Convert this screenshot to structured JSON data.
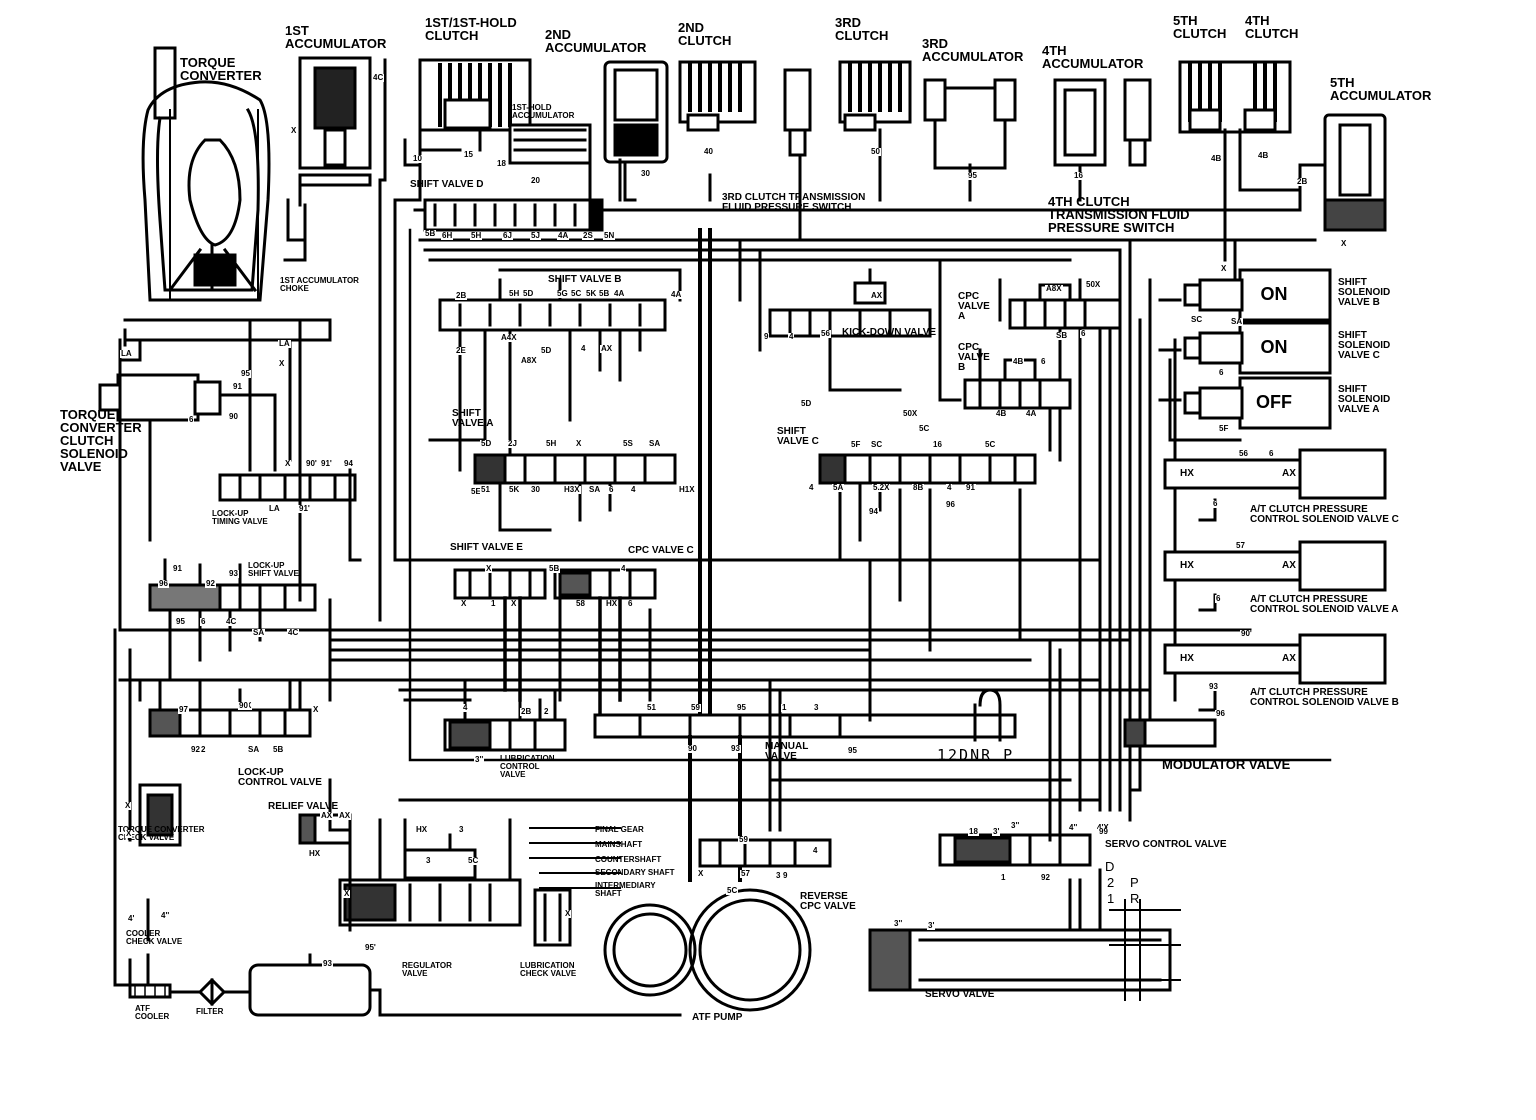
{
  "components": {
    "torque_converter": "TORQUE\nCONVERTER",
    "first_accumulator": "1ST\nACCUMULATOR",
    "first_hold_clutch": "1ST/1ST-HOLD\nCLUTCH",
    "second_accumulator": "2ND\nACCUMULATOR",
    "second_clutch": "2ND\nCLUTCH",
    "third_clutch": "3RD\nCLUTCH",
    "third_accumulator": "3RD\nACCUMULATOR",
    "fourth_accumulator": "4TH\nACCUMULATOR",
    "fifth_clutch": "5TH\nCLUTCH",
    "fourth_clutch": "4TH\nCLUTCH",
    "fifth_accumulator": "5TH\nACCUMULATOR",
    "first_hold_accumulator": "1ST-HOLD\nACCUMULATOR",
    "shift_valve_d": "SHIFT VALVE D",
    "third_clutch_switch": "3RD CLUTCH TRANSMISSION\nFLUID PRESSURE SWITCH",
    "fourth_clutch_switch": "4TH CLUTCH\nTRANSMISSION FLUID\nPRESSURE SWITCH",
    "first_accumulator_choke": "1ST ACCUMULATOR\nCHOKE",
    "shift_valve_b": "SHIFT VALVE B",
    "kick_down_valve": "KICK-DOWN VALVE",
    "cpc_valve_a": "CPC\nVALVE\nA",
    "cpc_valve_b": "CPC\nVALVE\nB",
    "shift_solenoid_b": "SHIFT\nSOLENOID\nVALVE B",
    "shift_solenoid_c": "SHIFT\nSOLENOID\nVALVE C",
    "shift_solenoid_a": "SHIFT\nSOLENOID\nVALVE A",
    "tcc_solenoid": "TORQUE\nCONVERTER\nCLUTCH\nSOLENOID\nVALVE",
    "shift_valve_a": "SHIFT\nVALVE A",
    "shift_valve_c": "SHIFT\nVALVE C",
    "lockup_timing_valve": "LOCK-UP\nTIMING VALVE",
    "lockup_shift_valve": "LOCK-UP\nSHIFT VALVE",
    "shift_valve_e": "SHIFT VALVE E",
    "cpc_valve_c": "CPC VALVE C",
    "at_clutch_c": "A/T CLUTCH PRESSURE\nCONTROL SOLENOID VALVE C",
    "at_clutch_a": "A/T CLUTCH PRESSURE\nCONTROL SOLENOID VALVE A",
    "at_clutch_b": "A/T CLUTCH PRESSURE\nCONTROL SOLENOID VALVE B",
    "lubrication_control_valve": "LUBRICATION\nCONTROL\nVALVE",
    "manual_valve": "MANUAL\nVALVE",
    "lockup_control_valve": "LOCK-UP\nCONTROL VALVE",
    "modulator_valve": "MODULATOR VALVE",
    "relief_valve": "RELIEF VALVE",
    "tc_check_valve": "TORQUE CONVERTER\nCHECK VALVE",
    "final_gear": "FINAL GEAR",
    "mainshaft": "MAINSHAFT",
    "countershaft": "COUNTERSHAFT",
    "secondary_shaft": "SECONDARY SHAFT",
    "intermediary_shaft": "INTERMEDIARY\nSHAFT",
    "servo_control_valve": "SERVO CONTROL VALVE",
    "reverse_cpc_valve": "REVERSE\nCPC VALVE",
    "cooler_check_valve": "COOLER\nCHECK VALVE",
    "regulator_valve": "REGULATOR\nVALVE",
    "lubrication_check_valve": "LUBRICATION\nCHECK VALVE",
    "atf_pump": "ATF PUMP",
    "servo_valve": "SERVO VALVE",
    "atf_cooler": "ATF\nCOOLER",
    "filter": "FILTER"
  },
  "solenoid_states": {
    "b": "ON",
    "c": "ON",
    "a": "OFF"
  },
  "manual_positions": "12DNR P",
  "servo_positions": {
    "d": "D",
    "two": "2",
    "one": "1",
    "p": "P",
    "r": "R"
  },
  "at_labels": {
    "hx": "HX",
    "ax": "AX"
  },
  "port_labels": [
    "4C",
    "X",
    "10",
    "15",
    "18",
    "20",
    "30",
    "40",
    "50",
    "95",
    "16",
    "4B",
    "4B",
    "2B",
    "X",
    "5B",
    "6H",
    "5H",
    "6J",
    "5J",
    "4A",
    "2S",
    "5N",
    "2B",
    "5H",
    "5D",
    "5G",
    "5C",
    "5K",
    "5B",
    "4A",
    "4A",
    "AX",
    "A8X",
    "50X",
    "9",
    "4",
    "56",
    "SB",
    "6",
    "X",
    "SC",
    "SA",
    "6",
    "5F",
    "2E",
    "A4X",
    "A8X",
    "5D",
    "4",
    "AX",
    "4B",
    "6",
    "50X",
    "4B",
    "5D",
    "4A",
    "5C",
    "16",
    "SC",
    "5F",
    "5C",
    "5D",
    "2J",
    "5H",
    "X",
    "5S",
    "SA",
    "5E",
    "51",
    "5K",
    "30",
    "H3X",
    "SA",
    "6",
    "4",
    "H1X",
    "4",
    "5A",
    "5.2X",
    "8B",
    "4",
    "91",
    "96",
    "94",
    "LA",
    "X",
    "LA",
    "6",
    "90",
    "91",
    "95",
    "X",
    "90'",
    "91'",
    "94",
    "LA",
    "91'",
    "91",
    "96",
    "92",
    "93",
    "95",
    "6",
    "4C",
    "SA",
    "4C",
    "X",
    "5B",
    "4",
    "X",
    "1",
    "X",
    "58",
    "HX",
    "6",
    "56",
    "6",
    "6",
    "57",
    "6",
    "90'",
    "93",
    "96",
    "97",
    "X",
    "90",
    "X",
    "92",
    "2",
    "SA",
    "5B",
    "4",
    "2B",
    "2",
    "51",
    "59",
    "95",
    "1",
    "3",
    "3''",
    "90",
    "93",
    "95",
    "X",
    "X",
    "AX",
    "AX",
    "HX",
    "hX",
    "3",
    "3",
    "5C",
    "18",
    "3'",
    "3''",
    "X",
    "57",
    "5C",
    "3",
    "9",
    "4",
    "59",
    "4''",
    "4'X",
    "99",
    "1",
    "92",
    "93",
    "X",
    "95'",
    "4'",
    "4''",
    "X",
    "3''",
    "3'"
  ]
}
